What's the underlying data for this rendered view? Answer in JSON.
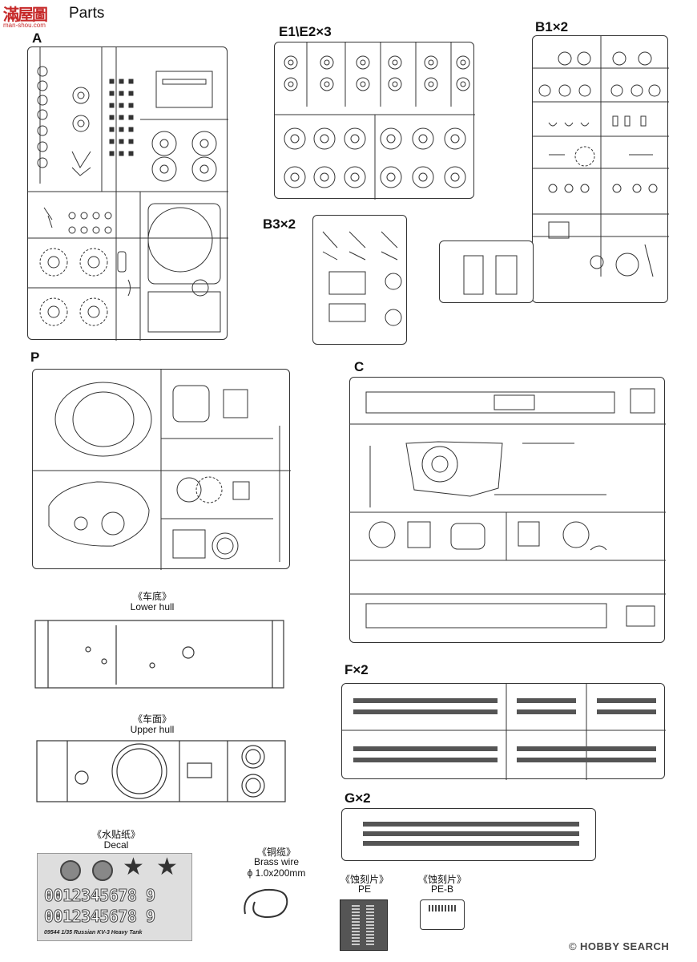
{
  "header": {
    "watermark": "滿屋圖",
    "watermark_url": "man-shou.com",
    "title": "Parts"
  },
  "sections": {
    "A": "A",
    "E": "E1\\E2×3",
    "B1": "B1×2",
    "B3": "B3×2",
    "P": "P",
    "C": "C",
    "F": "F×2",
    "G": "G×2"
  },
  "lower_hull": {
    "cn": "《车底》",
    "en": "Lower hull"
  },
  "upper_hull": {
    "cn": "《车面》",
    "en": "Upper hull"
  },
  "decal": {
    "cn": "《水贴纸》",
    "en": "Decal",
    "digits_row1": "0012345678 9",
    "digits_row2": "0012345678 9",
    "footer": "09544 1/35 Russian KV-3 Heavy Tank"
  },
  "brass_wire": {
    "cn": "《铜缆》",
    "en": "Brass wire",
    "spec": "ϕ 1.0x200mm"
  },
  "pe": {
    "cn": "《蚀刻片》",
    "en": "PE"
  },
  "pe_b": {
    "cn": "《蚀刻片》",
    "en": "PE-B"
  },
  "footer": {
    "brand": "HOBBY SEARCH",
    "mark": "©"
  },
  "icons": [
    "star-icon",
    "emblem-icon",
    "wire-coil-icon",
    "logo-icon"
  ]
}
